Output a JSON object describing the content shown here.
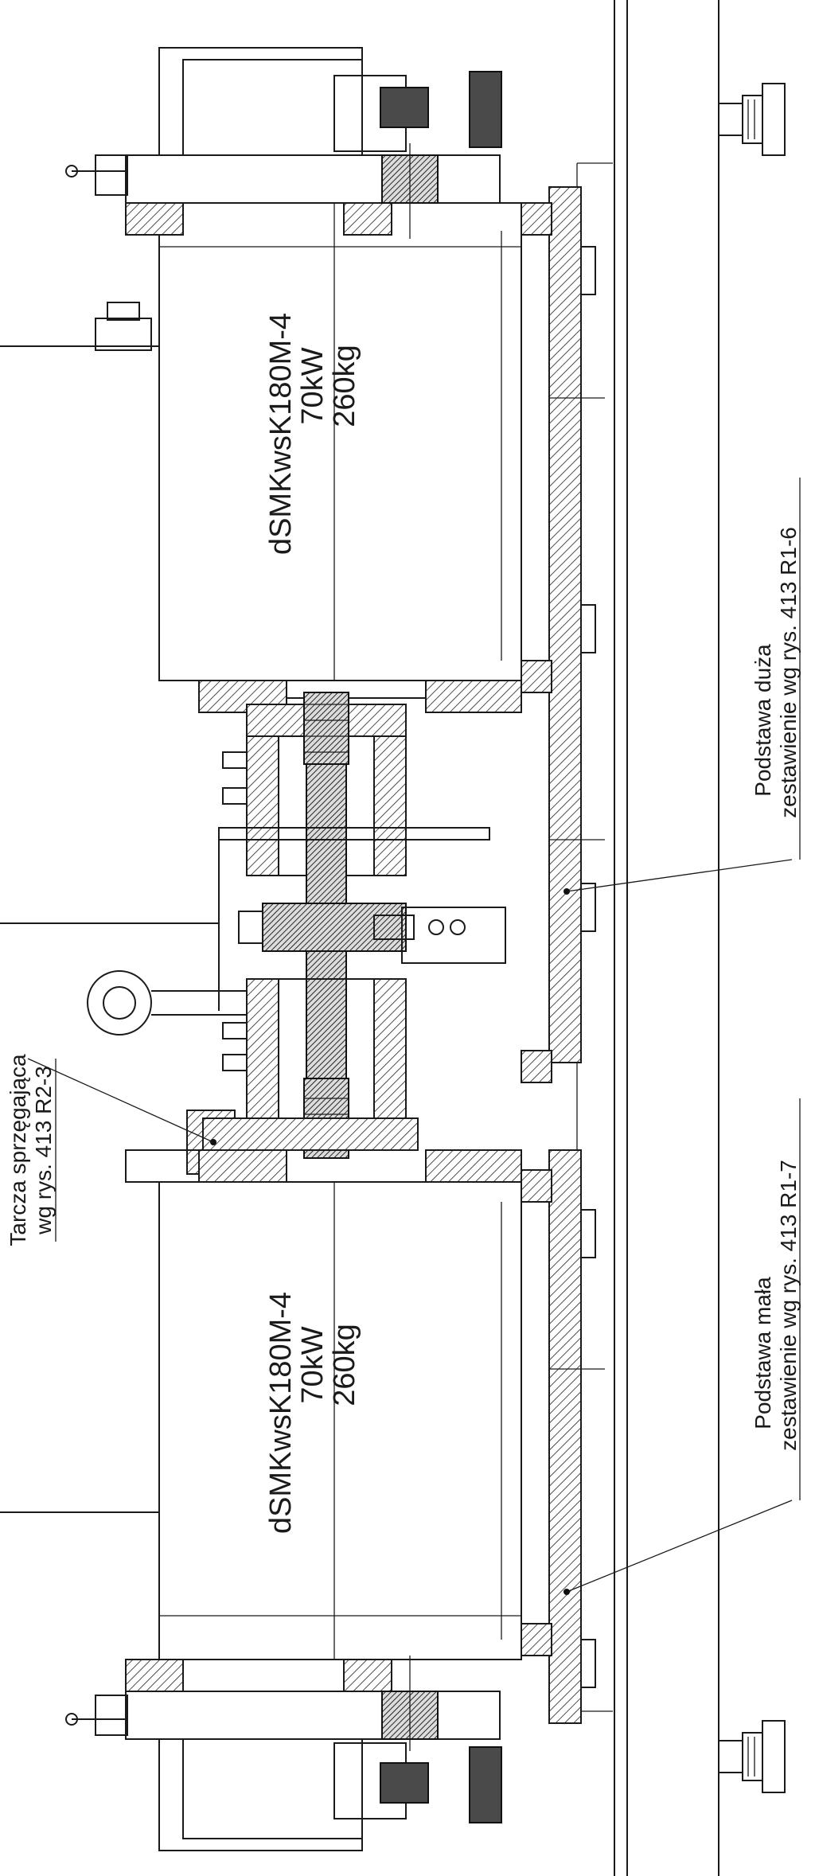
{
  "drawing": {
    "motors": [
      {
        "model": "dSMKwsK180M-4",
        "power": "70kW",
        "mass": "260kg"
      },
      {
        "model": "dSMKwsK180M-4",
        "power": "70kW",
        "mass": "260kg"
      }
    ],
    "callouts": {
      "coupling_disc": {
        "line1": "Tarcza sprzęgająca",
        "line2": "wg rys. 413 R2-3"
      },
      "large_base": {
        "line1": "Podstawa duża",
        "line2": "zestawienie wg rys. 413 R1-6"
      },
      "small_base": {
        "line1": "Podstawa mała",
        "line2": "zestawienie wg rys. 413 R1-7"
      }
    }
  }
}
